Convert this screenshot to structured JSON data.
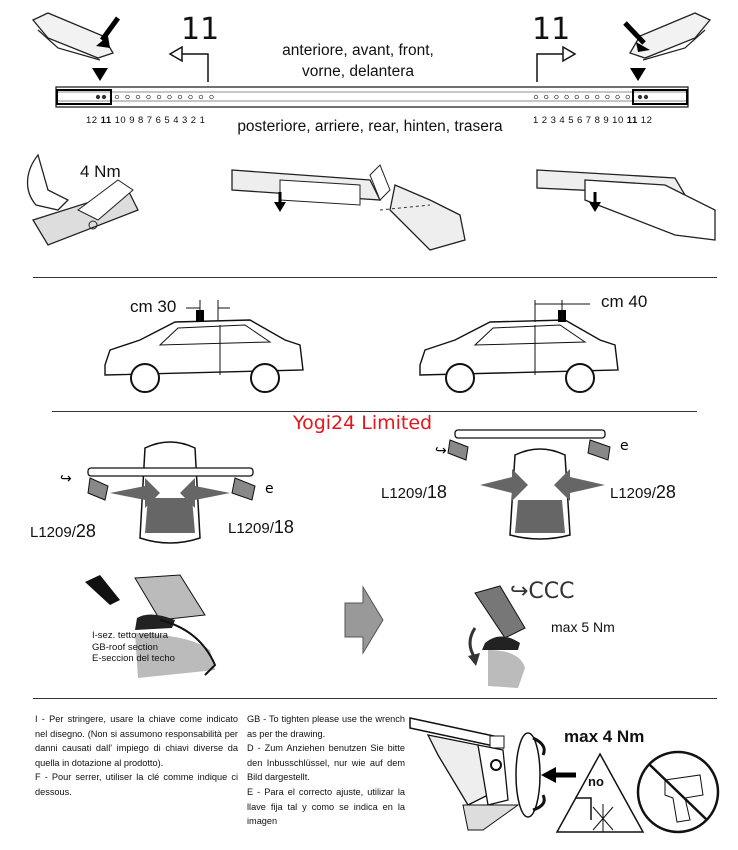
{
  "top": {
    "step_left": "11",
    "step_right": "11",
    "front_line1": "anteriore, avant, front,",
    "front_line2": "vorne, delantera",
    "rear_label": "posteriore, arriere, rear, hinten, trasera",
    "scale_left": [
      "12",
      "11",
      "10",
      "9",
      "8",
      "7",
      "6",
      "5",
      "4",
      "3",
      "2",
      "1"
    ],
    "scale_right": [
      "1",
      "2",
      "3",
      "4",
      "5",
      "6",
      "7",
      "8",
      "9",
      "10",
      "11",
      "12"
    ],
    "highlight": "11"
  },
  "step2": {
    "torque": "4 Nm"
  },
  "cars": {
    "left_distance": "cm 30",
    "right_distance": "cm 40"
  },
  "watermark": "Yogi24 Limited",
  "mounting": {
    "left_a_prefix": "L1209/",
    "left_a_num": "28",
    "left_b_prefix": "L1209/",
    "left_b_num": "18",
    "right_a_prefix": "L1209/",
    "right_a_num": "18",
    "right_b_prefix": "L1209/",
    "right_b_num": "28"
  },
  "roof_section": {
    "line1": "I-sez. tetto vettura",
    "line2": "GB-roof section",
    "line3": "E-seccion del techo",
    "torque": "max 5 Nm"
  },
  "instructions": {
    "it": "I - Per stringere, usare la chiave come indicato nel disegno.  (Non si assumono responsabilità per danni causati dall' impiego di chiavi diverse da quella in dotazione al prodotto).",
    "fr": "F - Pour serrer, utiliser la clé comme indique ci dessous.",
    "gb": "GB - To tighten please use the wrench as per the drawing.",
    "de": "D - Zum Anziehen benutzen Sie bitte den Inbusschlüssel, nur wie auf dem Bild dargestellt.",
    "es": "E - Para el correcto ajuste, utilizar la llave fija tal y como se indica en la imagen"
  },
  "warning": {
    "torque": "max 4 Nm",
    "no_label": "no"
  }
}
